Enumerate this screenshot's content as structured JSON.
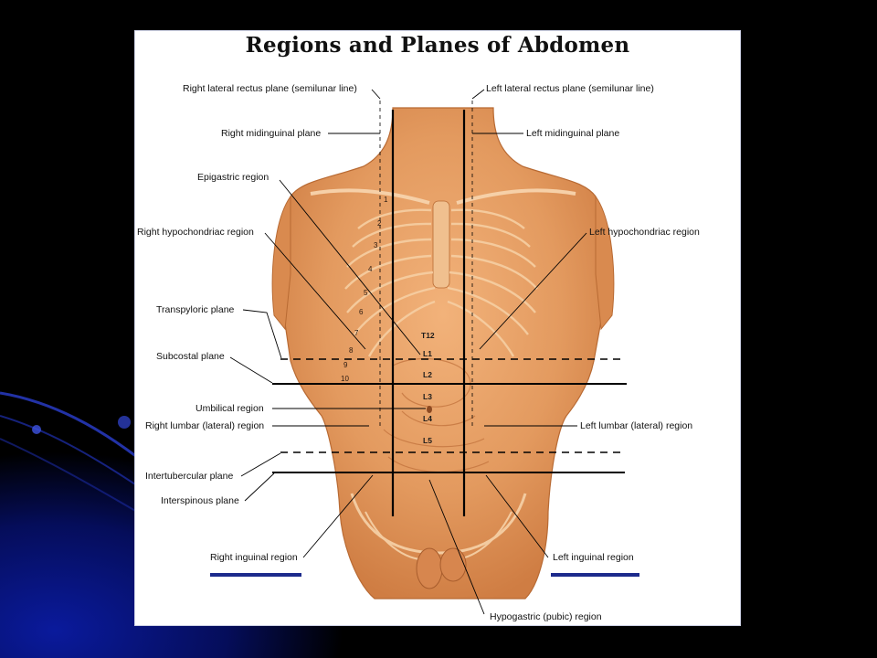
{
  "slide": {
    "title": "Regions and Planes of Abdomen"
  },
  "labels": {
    "right_lateral_rectus_plane": "Right lateral rectus plane (semilunar line)",
    "left_lateral_rectus_plane": "Left lateral rectus plane (semilunar line)",
    "right_midinguinal_plane": "Right midinguinal plane",
    "left_midinguinal_plane": "Left midinguinal plane",
    "epigastric_region": "Epigastric region",
    "right_hypochondriac_region": "Right hypochondriac region",
    "left_hypochondriac_region": "Left hypochondriac region",
    "transpyloric_plane": "Transpyloric plane",
    "subcostal_plane": "Subcostal plane",
    "umbilical_region": "Umbilical region",
    "right_lumbar_region": "Right lumbar (lateral) region",
    "left_lumbar_region": "Left lumbar (lateral) region",
    "intertubercular_plane": "Intertubercular plane",
    "interspinous_plane": "Interspinous plane",
    "right_inguinal_region": "Right inguinal region",
    "left_inguinal_region": "Left inguinal region",
    "hypogastric_region": "Hypogastric (pubic) region"
  },
  "rib_numbers": [
    "1",
    "2",
    "3",
    "4",
    "5",
    "6",
    "7",
    "8",
    "9",
    "10"
  ],
  "vertebrae": [
    "T12",
    "L1",
    "L2",
    "L3",
    "L4",
    "L5"
  ],
  "colors": {
    "skin": "#e9a46c",
    "skin_dark": "#c9773f",
    "panel": "#ffffff",
    "accent_bar": "#1c2a8c"
  }
}
